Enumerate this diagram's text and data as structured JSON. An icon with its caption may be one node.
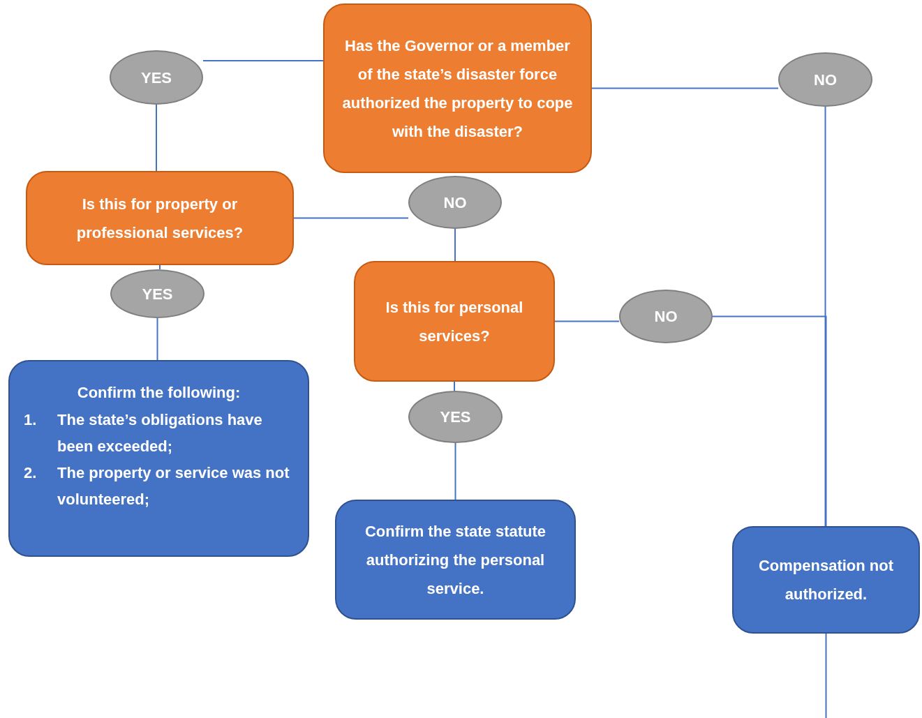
{
  "diagram": {
    "nodes": [
      {
        "text": [
          "Has the Governor or a member of the state’s disaster force authorized the property to cope with the disaster?"
        ]
      },
      {
        "text": [
          "YES"
        ]
      },
      {
        "text": [
          "NO"
        ]
      },
      {
        "text": [
          "Is this for property or professional services?"
        ]
      },
      {
        "text": [
          "NO"
        ]
      },
      {
        "text": [
          "YES"
        ]
      },
      {
        "text": [
          "Is this for personal services?"
        ]
      },
      {
        "text": [
          "NO"
        ]
      },
      {
        "text": [
          "Confirm the following:",
          "1.",
          "The state’s obligations have been exceeded;",
          "2.",
          "The property or service was not volunteered;"
        ]
      },
      {
        "text": [
          "YES"
        ]
      },
      {
        "text": [
          "Confirm the state statute authorizing the personal service."
        ]
      },
      {
        "text": [
          "Compensation not authorized."
        ]
      }
    ],
    "edges": [
      {
        "from": 0,
        "to": 1,
        "arrow": "none"
      },
      {
        "from": 0,
        "to": 2,
        "arrow": "none"
      },
      {
        "from": 1,
        "to": 3,
        "arrow": "none"
      },
      {
        "from": 3,
        "to": 4,
        "arrow": "none"
      },
      {
        "from": 4,
        "to": 6,
        "arrow": "none"
      },
      {
        "from": 3,
        "to": 5,
        "arrow": "none"
      },
      {
        "from": 5,
        "to": 8,
        "arrow": "none"
      },
      {
        "from": 6,
        "to": 7,
        "arrow": "none"
      },
      {
        "from": 6,
        "to": 9,
        "arrow": "none"
      },
      {
        "from": 9,
        "to": 10,
        "arrow": "none"
      },
      {
        "from": 7,
        "to": 11,
        "arrow": "none"
      },
      {
        "from": 2,
        "to": 11,
        "arrow": "none"
      },
      {
        "from": 11,
        "to": null,
        "arrow": "none"
      }
    ]
  }
}
